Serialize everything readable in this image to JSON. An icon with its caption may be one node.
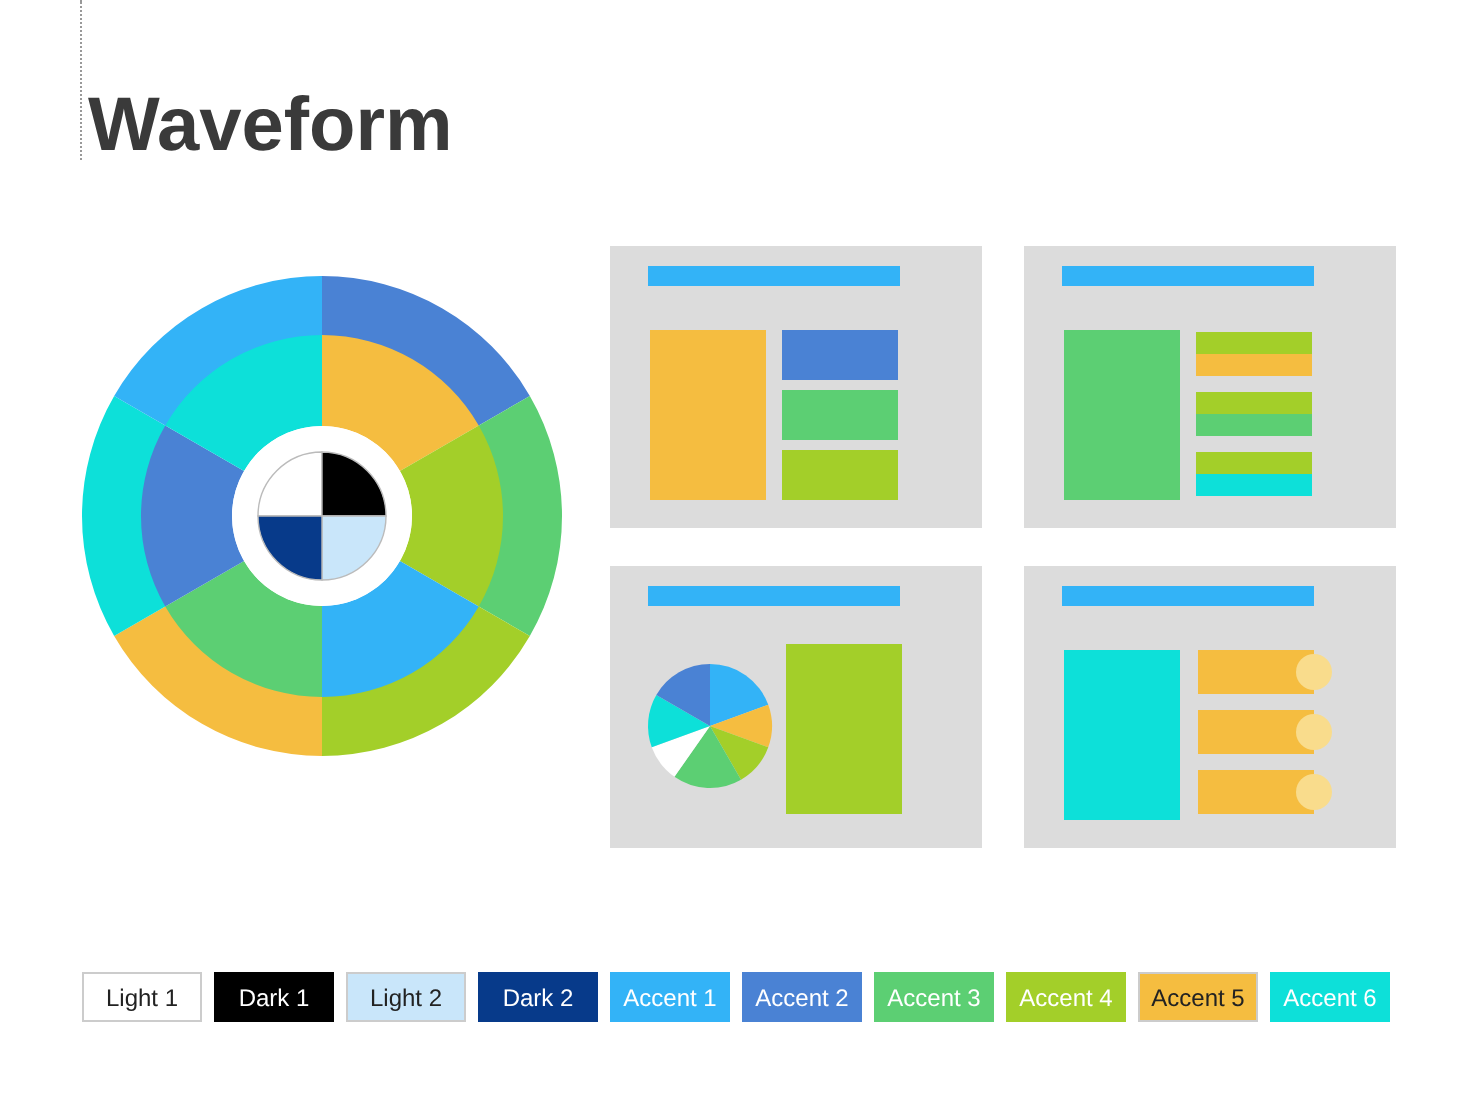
{
  "diagram": {
    "title": "Waveform",
    "legend": [
      {
        "text": "Light 1",
        "color": "#ffffff"
      },
      {
        "text": "Dark 1",
        "color": "#000000"
      },
      {
        "text": "Light 2",
        "color": "#c9e6fa"
      },
      {
        "text": "Dark 2",
        "color": "#073a8a"
      },
      {
        "text": "Accent 1",
        "color": "#33b3f7"
      },
      {
        "text": "Accent 2",
        "color": "#4a82d4"
      },
      {
        "text": "Accent 3",
        "color": "#5ccf73"
      },
      {
        "text": "Accent 4",
        "color": "#a3cf29"
      },
      {
        "text": "Accent 5",
        "color": "#f5bd40"
      },
      {
        "text": "Accent 6",
        "color": "#0de0d9"
      }
    ]
  }
}
